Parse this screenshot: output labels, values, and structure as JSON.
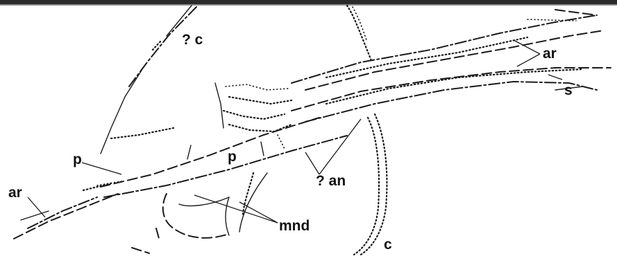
{
  "figure": {
    "background": "#ffffff",
    "ink": "#1a1a1a",
    "top_band": "#2a2a2a"
  },
  "labels": {
    "q_c": "? c",
    "ar_top": "ar",
    "s": "s",
    "p_left": "p",
    "p_mid": "p",
    "q_an": "? an",
    "ar_left": "ar",
    "mnd": "mnd",
    "c_bottom": "c"
  }
}
